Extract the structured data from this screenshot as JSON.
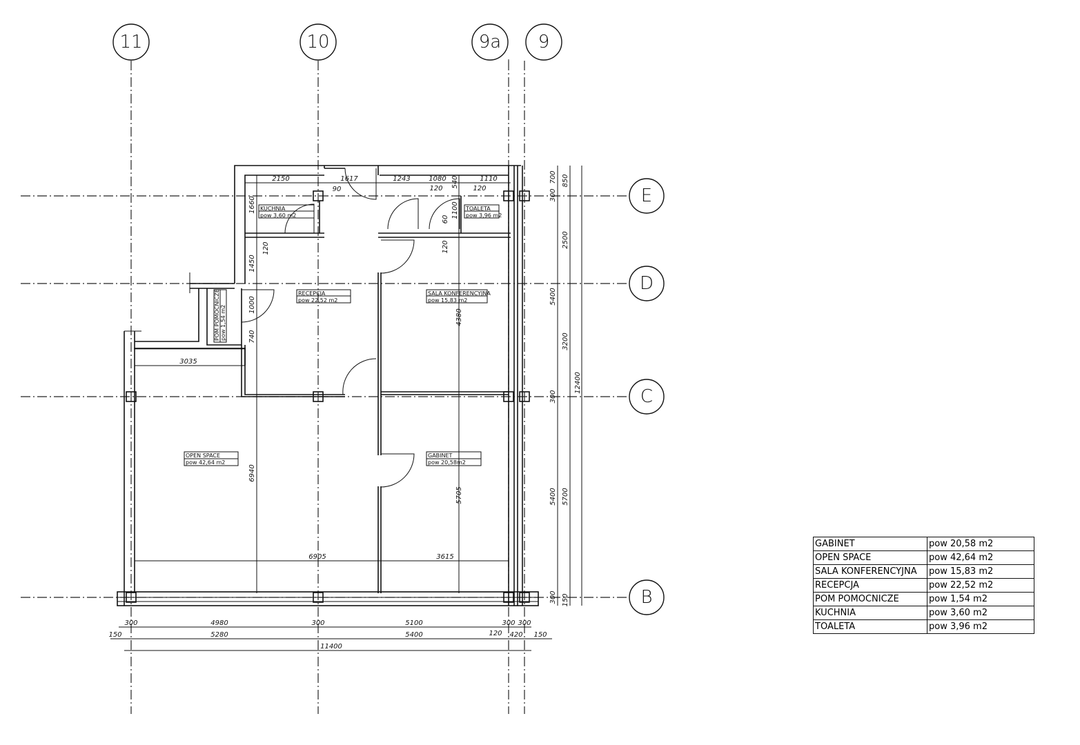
{
  "grid": {
    "columns": [
      "11",
      "10",
      "9a",
      "9"
    ],
    "rows": [
      "E",
      "D",
      "C",
      "B"
    ]
  },
  "rooms": {
    "kuchnia": {
      "name": "KUCHNIA",
      "area": "pow 3,60 m2"
    },
    "toaleta": {
      "name": "TOALETA",
      "area": "pow 3,96 m2"
    },
    "recepcja": {
      "name": "RECEPCJA",
      "area": "pow 22,52 m2"
    },
    "sala": {
      "name": "SALA KONFERENCYJNA",
      "area": "pow 15,83 m2"
    },
    "pom": {
      "name": "POM POMOCNICZE",
      "area": "pow 1,54 m2"
    },
    "open_space": {
      "name": "OPEN SPACE",
      "area": "pow 42,64 m2"
    },
    "gabinet": {
      "name": "GABINET",
      "area": "pow 20,58m2"
    }
  },
  "dimensions": [
    "2150",
    "1617",
    "1243",
    "1080",
    "540",
    "1110",
    "90",
    "120",
    "120",
    "1660",
    "1100",
    "60",
    "120",
    "120",
    "1450",
    "1000",
    "740",
    "4380",
    "3035",
    "6940",
    "5705",
    "6905",
    "3615",
    "300",
    "4980",
    "300",
    "5100",
    "300",
    "300",
    "150",
    "5280",
    "5400",
    "120",
    "420",
    "150",
    "11400",
    "700",
    "850",
    "300",
    "2500",
    "5400",
    "3200",
    "12400",
    "300",
    "5400",
    "5700",
    "300",
    "150"
  ],
  "area_table": [
    {
      "room": "GABINET",
      "area": "pow 20,58 m2"
    },
    {
      "room": "OPEN SPACE",
      "area": "pow 42,64 m2"
    },
    {
      "room": "SALA KONFERENCYJNA",
      "area": "pow 15,83 m2"
    },
    {
      "room": "RECEPCJA",
      "area": "pow 22,52 m2"
    },
    {
      "room": "POM POMOCNICZE",
      "area": "pow 1,54 m2"
    },
    {
      "room": "KUCHNIA",
      "area": "pow 3,60 m2"
    },
    {
      "room": "TOALETA",
      "area": "pow 3,96 m2"
    }
  ]
}
